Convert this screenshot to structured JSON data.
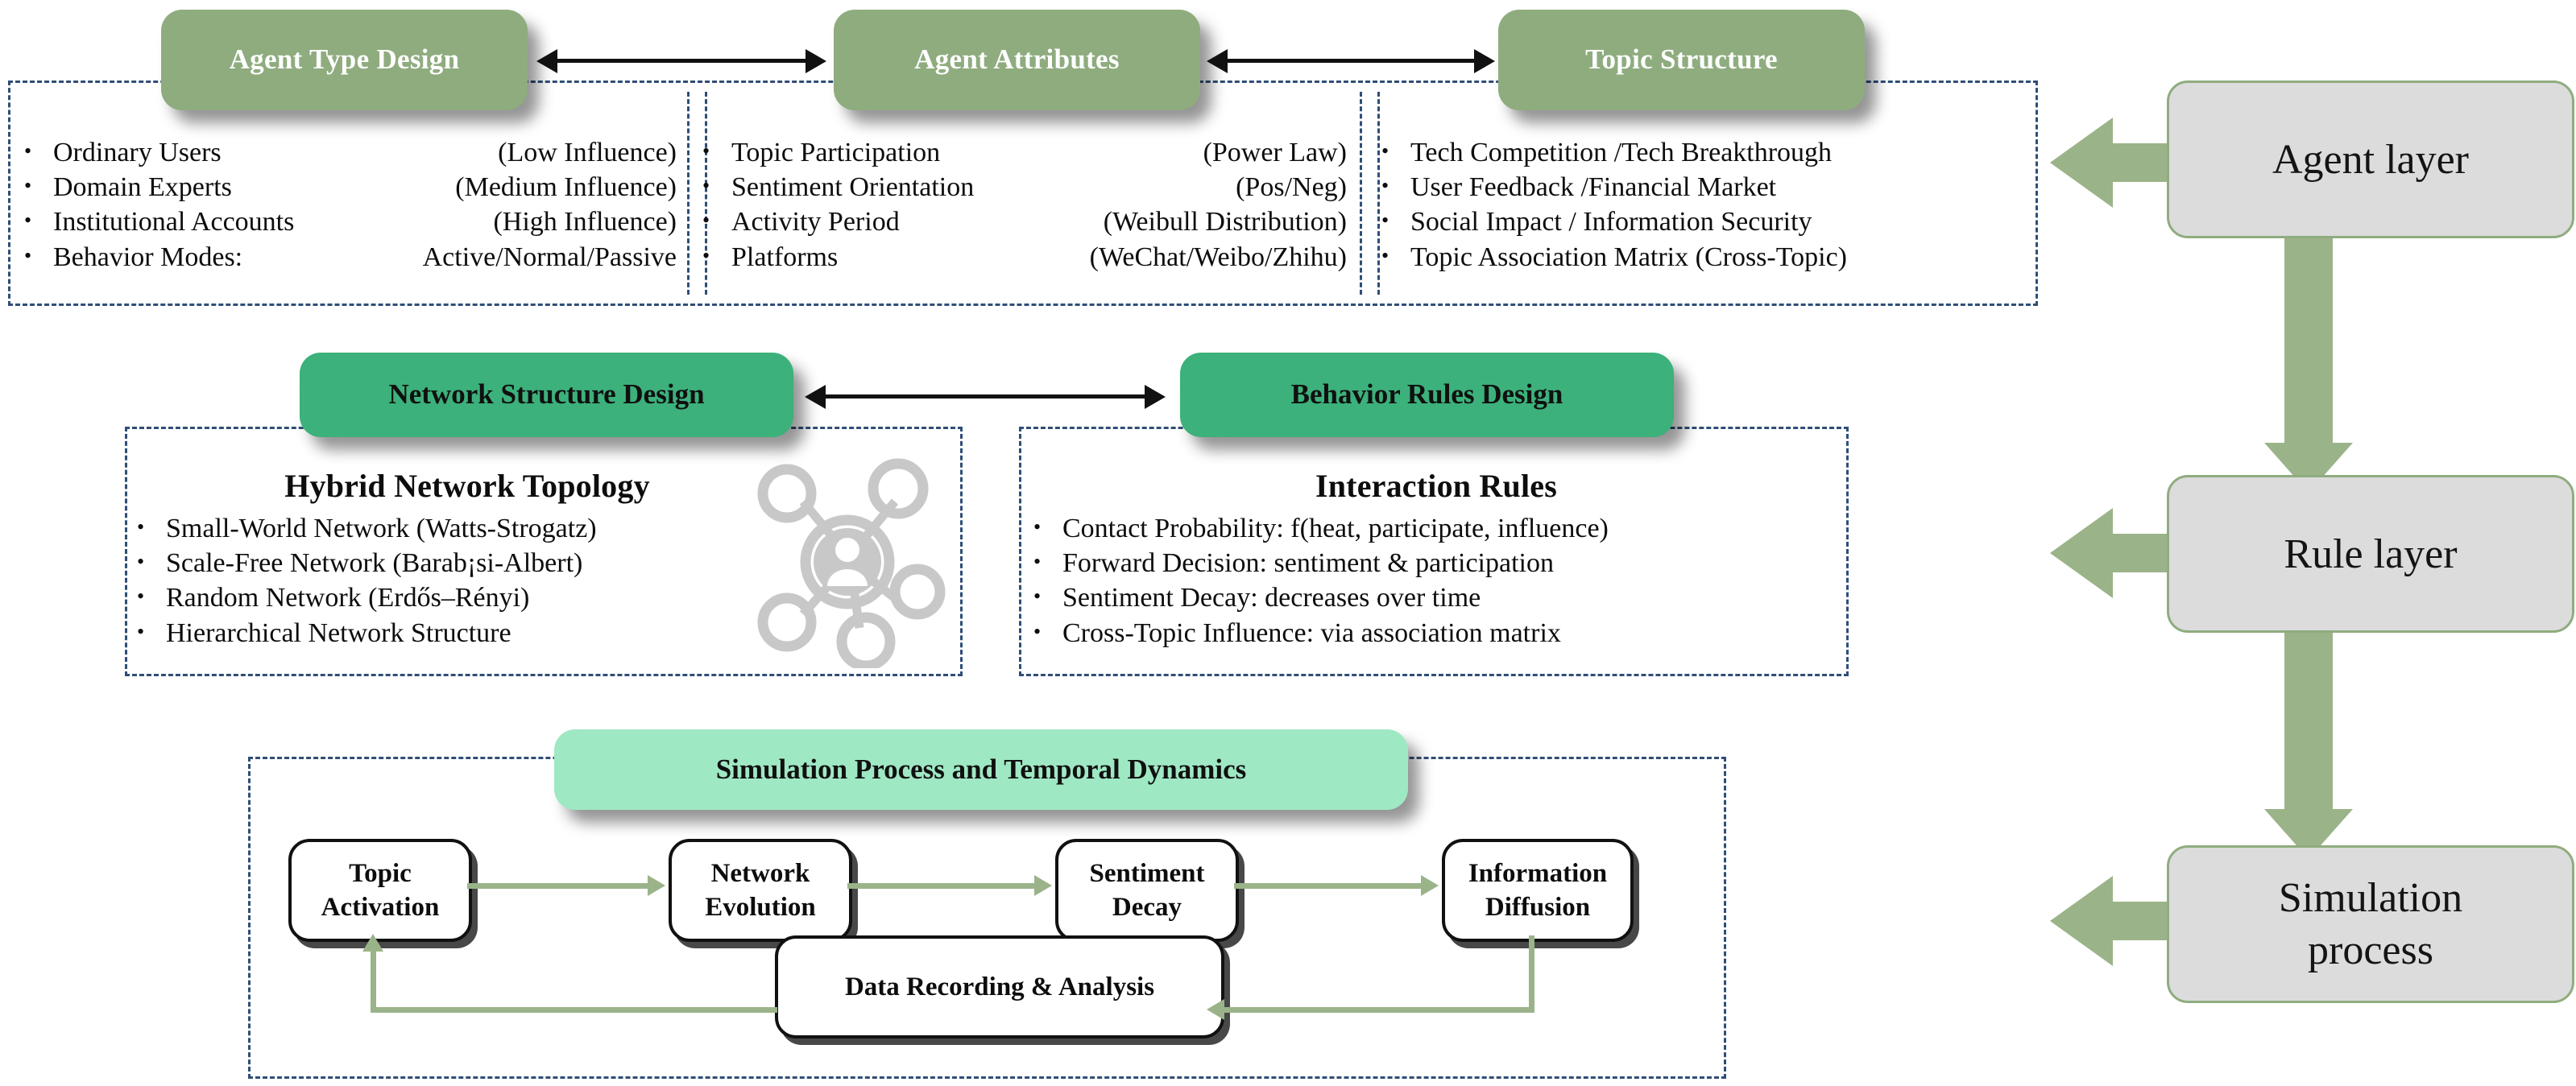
{
  "colors": {
    "sage": "#8fac7f",
    "emerald": "#3cb17b",
    "mint": "#9fe8c4",
    "dashed_border": "#2f4e77",
    "arrow_black": "#111111",
    "arrow_green": "#9bb389",
    "layer_fill": "#dcdcdc"
  },
  "agent_layer": {
    "panels": [
      {
        "header": "Agent Type Design",
        "items": [
          {
            "label": "Ordinary Users",
            "note": "(Low Influence)"
          },
          {
            "label": "Domain Experts",
            "note": "(Medium Influence)"
          },
          {
            "label": "Institutional Accounts",
            "note": "(High Influence)"
          },
          {
            "label": "Behavior Modes:",
            "note": "Active/Normal/Passive"
          }
        ]
      },
      {
        "header": "Agent Attributes",
        "items": [
          {
            "label": "Topic Participation",
            "note": "(Power Law)"
          },
          {
            "label": "Sentiment Orientation",
            "note": "(Pos/Neg)"
          },
          {
            "label": "Activity Period",
            "note": "(Weibull Distribution)"
          },
          {
            "label": "Platforms",
            "note": "(WeChat/Weibo/Zhihu)"
          }
        ]
      },
      {
        "header": "Topic Structure",
        "items": [
          {
            "label": "Tech Competition /Tech Breakthrough",
            "note": ""
          },
          {
            "label": "User Feedback /Financial Market",
            "note": ""
          },
          {
            "label": "Social Impact / Information Security",
            "note": ""
          },
          {
            "label": "Topic Association Matrix (Cross-Topic)",
            "note": ""
          }
        ]
      }
    ]
  },
  "rule_layer": {
    "panels": [
      {
        "header": "Network Structure Design",
        "title": "Hybrid Network Topology",
        "items": [
          "Small-World Network (Watts-Strogatz)",
          "Scale-Free Network (Barab¡si-Albert)",
          "Random Network (Erdős–Rényi)",
          "Hierarchical Network Structure"
        ]
      },
      {
        "header": "Behavior Rules Design",
        "title": "Interaction Rules",
        "items": [
          "Contact Probability: f(heat, participate, influence)",
          "Forward Decision: sentiment & participation",
          "Sentiment Decay: decreases over time",
          "Cross-Topic Influence: via association matrix"
        ]
      }
    ]
  },
  "simulation_layer": {
    "header": "Simulation Process and Temporal Dynamics",
    "steps": [
      "Topic\nActivation",
      "Network\nEvolution",
      "Sentiment\nDecay",
      "Information\nDiffusion"
    ],
    "feedback_box": "Data Recording & Analysis"
  },
  "right_rail": {
    "layers": [
      {
        "label": "Agent layer"
      },
      {
        "label": "Rule layer"
      },
      {
        "label": "Simulation\nprocess"
      }
    ]
  },
  "icons": {
    "network_hub": "network-hub-icon",
    "bullet": "•"
  }
}
